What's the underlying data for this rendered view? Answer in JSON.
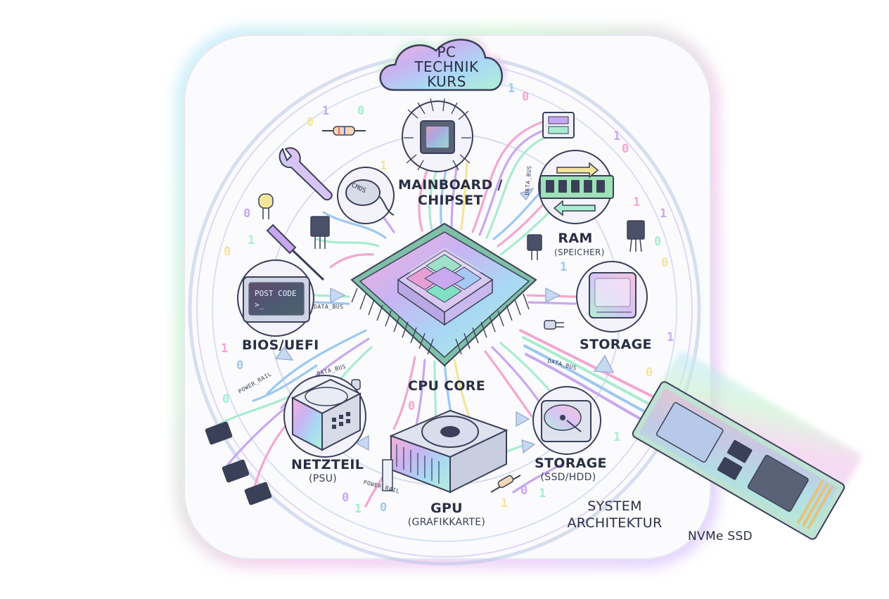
{
  "title_lines": [
    "PC",
    "TECHNIK",
    "KURS"
  ],
  "labels": {
    "mainboard": [
      "MAINBOARD /",
      "CHIPSET"
    ],
    "ram": "RAM",
    "ram_sub": "(SPEICHER)",
    "storage_right": "STORAGE",
    "bios": "BIOS/UEFI",
    "cpu": "CPU CORE",
    "netzteil": "NETZTEIL",
    "netzteil_sub": "(PSU)",
    "gpu": "GPU",
    "gpu_sub": "(GRAFIKKARTE)",
    "storage_bottom": "STORAGE",
    "storage_bottom_sub": "(SSD/HDD)",
    "system": [
      "SYSTEM",
      "ARCHITEKTUR"
    ],
    "nvme": "NVMe SSD",
    "cmos": "CMOS"
  },
  "post_screen": {
    "line1": "POST CODE",
    "line2": ">_"
  },
  "bus_labels": {
    "data_bus_left": "DATA_BUS",
    "data_bus_top": "DATA_BUS",
    "data_bus_mid": "DATA_BUS",
    "data_bus_right": "DATA_BUS",
    "power_rail_left": "POWER_RAIL",
    "power_rail_bottom": "POWER_RAIL"
  },
  "binary_digits": [
    "1",
    "0",
    "1",
    "0",
    "1",
    "0",
    "1",
    "0",
    "1",
    "0",
    "1",
    "0",
    "1",
    "0",
    "0",
    "1",
    "0",
    "1",
    "0",
    "1",
    "0",
    "1",
    "0",
    "1",
    "0",
    "1",
    "0",
    "1",
    "0"
  ],
  "colors": {
    "pink": "#f4a6d0",
    "lavender": "#c7a8f0",
    "blue": "#9cc8f0",
    "mint": "#a8eccf",
    "yellow": "#f3e59a",
    "outline": "#3a4058"
  }
}
